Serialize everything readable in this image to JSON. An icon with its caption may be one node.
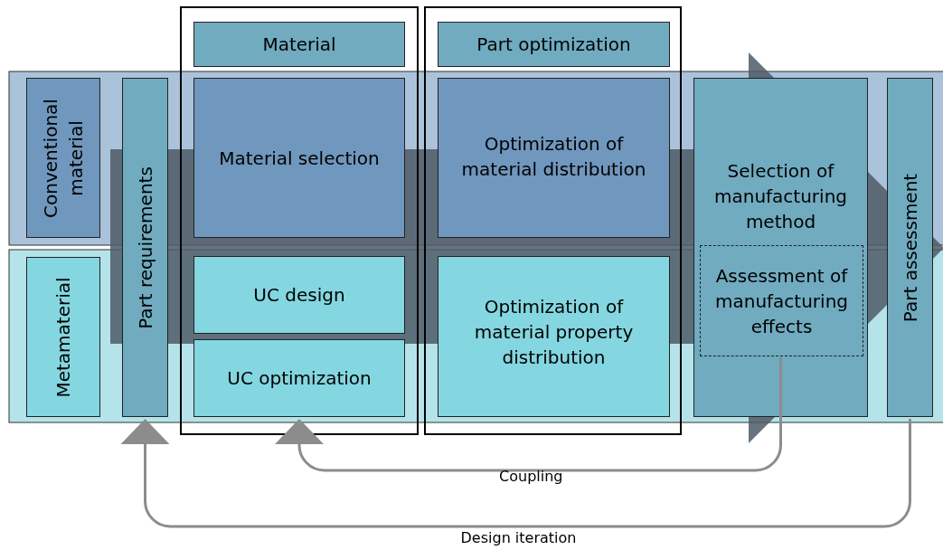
{
  "diagram": {
    "nodes": [
      {
        "text": [
          "Conventional material"
        ]
      },
      {
        "text": [
          "Metamaterial"
        ]
      },
      {
        "text": [
          "Part requirements"
        ]
      },
      {
        "text": [
          "Material"
        ]
      },
      {
        "text": [
          "Material selection"
        ]
      },
      {
        "text": [
          "UC design"
        ]
      },
      {
        "text": [
          "UC optimization"
        ]
      },
      {
        "text": [
          "Part optimization"
        ]
      },
      {
        "text": [
          "Optimization of material distribution"
        ]
      },
      {
        "text": [
          "Optimization of material property distribution"
        ]
      },
      {
        "text": [
          "Selection of manufacturing method"
        ]
      },
      {
        "text": [
          "Assessment of manufacturing effects"
        ],
        "in": 10
      },
      {
        "text": [
          "Part assessment"
        ]
      }
    ],
    "edges": [
      {
        "from": 11,
        "to": 6,
        "arrow": "to",
        "label": "Coupling"
      },
      {
        "from": 12,
        "to": 2,
        "arrow": "to",
        "label": "Design iteration"
      },
      {
        "from": 2,
        "to": 12,
        "arrow": "to",
        "style": "thick",
        "color": "#4e5a66"
      }
    ]
  }
}
